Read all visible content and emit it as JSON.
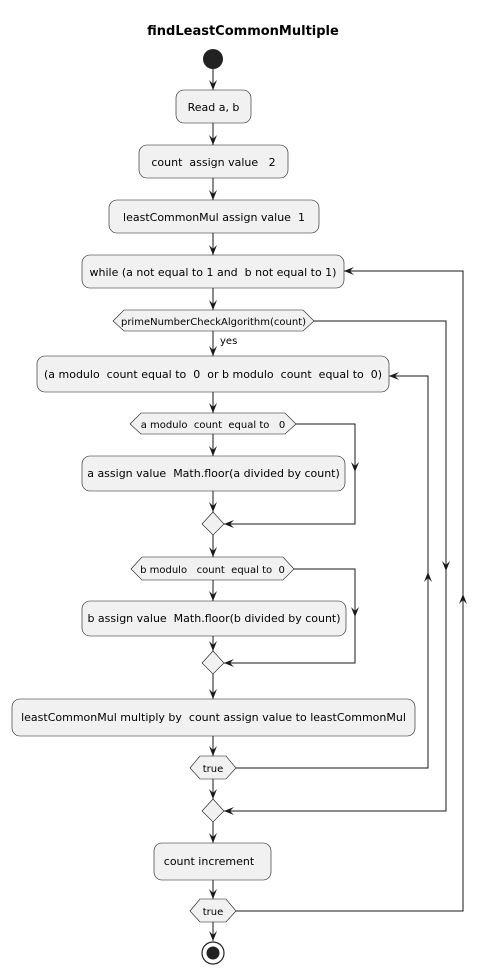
{
  "diagram": {
    "title": "findLeastCommonMultiple",
    "nodes": {
      "read": "Read a, b",
      "count_assign": "count  assign value   2",
      "lcm_assign": "leastCommonMul assign value  1",
      "while_loop": "while (a not equal to 1 and  b not equal to 1)",
      "prime_check": "primeNumberCheckAlgorithm(count)",
      "yes_label": "yes",
      "inner_loop": "(a modulo  count equal to  0  or b modulo  count  equal to  0)",
      "a_mod_check": "a modulo  count  equal to   0",
      "a_assign": "a assign value  Math.floor(a divided by count)",
      "b_mod_check": "b modulo   count  equal to  0",
      "b_assign": "b assign value  Math.floor(b divided by count)",
      "lcm_multiply": "leastCommonMul multiply by  count assign value to leastCommonMul",
      "inner_repeat": "true",
      "count_increment": "count increment",
      "outer_repeat": "true"
    }
  }
}
